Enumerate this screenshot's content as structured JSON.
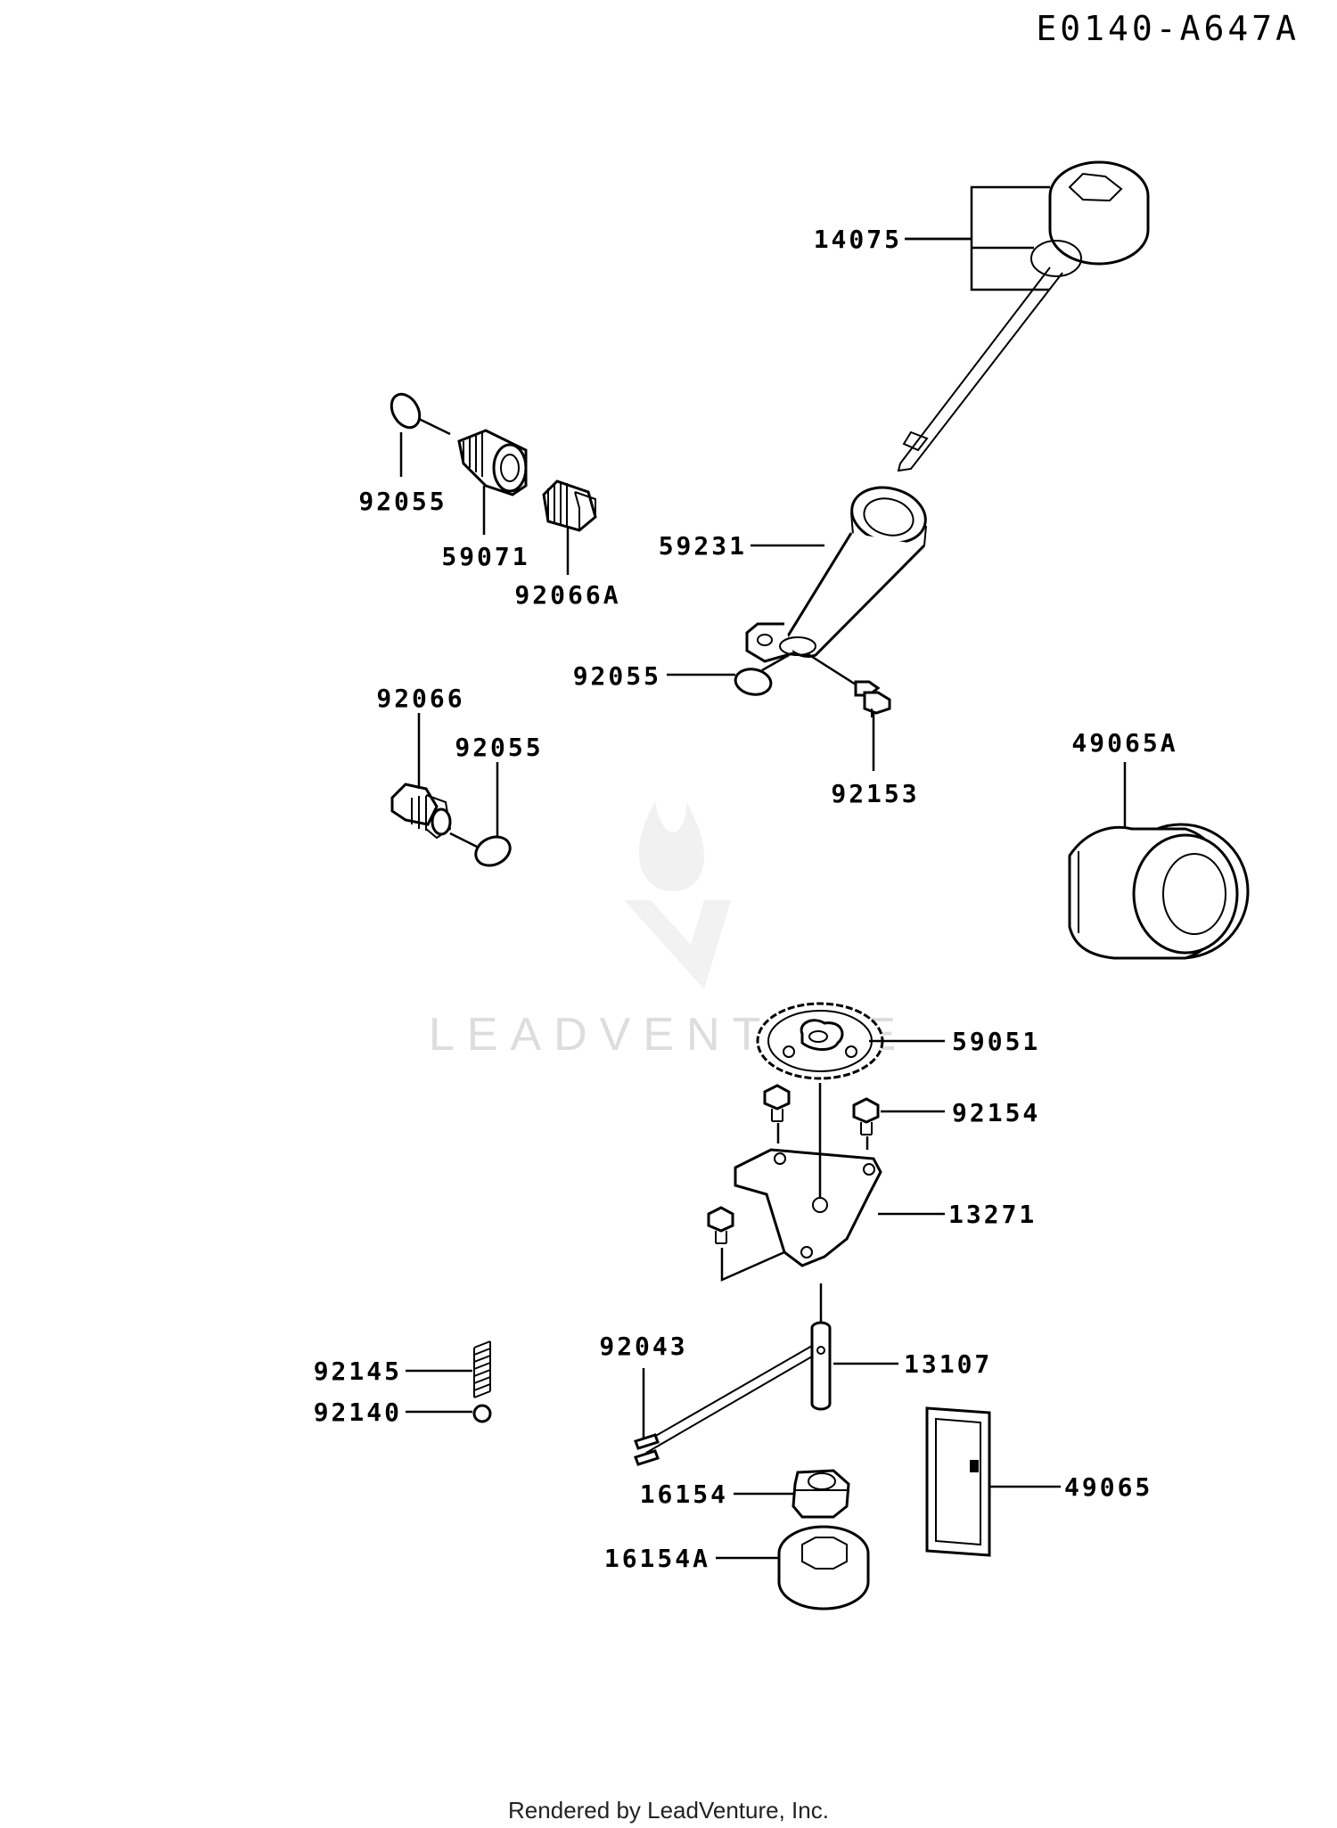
{
  "diagram_code": "E0140-A647A",
  "footer": "Rendered by LeadVenture, Inc.",
  "watermark": "LEADVENTURE",
  "colors": {
    "lines": "#000000",
    "background": "#ffffff",
    "watermark": "#cfcfcf"
  },
  "parts": [
    {
      "id": "p14075",
      "label": "14075"
    },
    {
      "id": "p92055a",
      "label": "92055"
    },
    {
      "id": "p59071",
      "label": "59071"
    },
    {
      "id": "p92066A",
      "label": "92066A"
    },
    {
      "id": "p59231",
      "label": "59231"
    },
    {
      "id": "p92055b",
      "label": "92055"
    },
    {
      "id": "p92066",
      "label": "92066"
    },
    {
      "id": "p92055c",
      "label": "92055"
    },
    {
      "id": "p92153",
      "label": "92153"
    },
    {
      "id": "p49065A",
      "label": "49065A"
    },
    {
      "id": "p59051",
      "label": "59051"
    },
    {
      "id": "p92154",
      "label": "92154"
    },
    {
      "id": "p13271",
      "label": "13271"
    },
    {
      "id": "p92043",
      "label": "92043"
    },
    {
      "id": "p13107",
      "label": "13107"
    },
    {
      "id": "p92145",
      "label": "92145"
    },
    {
      "id": "p92140",
      "label": "92140"
    },
    {
      "id": "p16154",
      "label": "16154"
    },
    {
      "id": "p49065",
      "label": "49065"
    },
    {
      "id": "p16154A",
      "label": "16154A"
    }
  ]
}
